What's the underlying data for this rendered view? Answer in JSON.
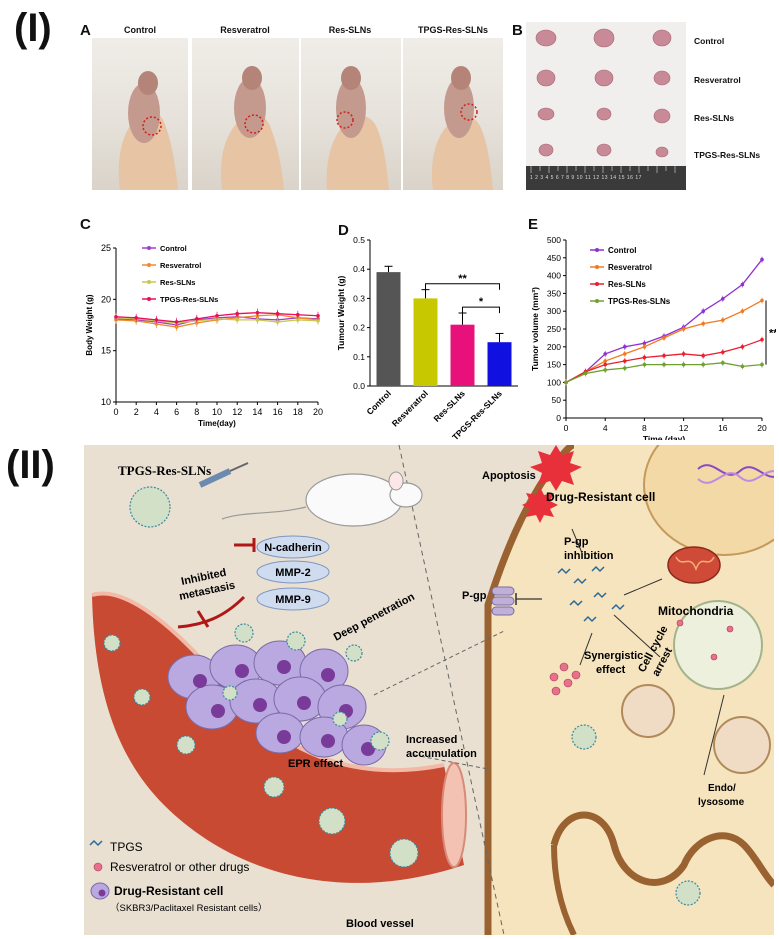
{
  "part_labels": {
    "one": "(I)",
    "two": "(II)"
  },
  "panels": {
    "a": "A",
    "b": "B",
    "c": "C",
    "d": "D",
    "e": "E"
  },
  "panel_a": {
    "groups": [
      "Control",
      "Resveratrol",
      "Res-SLNs",
      "TPGS-Res-SLNs"
    ]
  },
  "panel_b": {
    "groups": [
      "Control",
      "Resveratrol",
      "Res-SLNs",
      "TPGS-Res-SLNs"
    ],
    "ruler_text": "1 2 3 4 5 6 7 8 9 10 11 12 13 14 15 16 17"
  },
  "chart_data": [
    {
      "id": "C",
      "type": "line",
      "ylabel": "Body Weight (g)",
      "xlabel": "Time(day)",
      "x": [
        0,
        2,
        4,
        6,
        8,
        10,
        12,
        14,
        16,
        18,
        20
      ],
      "xlim": [
        0,
        20
      ],
      "ylim": [
        10,
        25
      ],
      "yticks": [
        10,
        15,
        20,
        25
      ],
      "series": [
        {
          "name": "Control",
          "color": "#a040c8",
          "values": [
            18.1,
            18.0,
            17.8,
            17.5,
            18.0,
            18.2,
            18.3,
            18.1,
            18.0,
            18.2,
            18.1
          ]
        },
        {
          "name": "Resveratrol",
          "color": "#f08a2a",
          "values": [
            18.0,
            17.9,
            17.6,
            17.3,
            17.7,
            18.0,
            18.2,
            18.4,
            18.5,
            18.2,
            18.0
          ]
        },
        {
          "name": "Res-SLNs",
          "color": "#c8c850",
          "values": [
            18.2,
            18.1,
            17.9,
            17.7,
            17.9,
            18.1,
            18.0,
            18.0,
            17.8,
            18.0,
            17.9
          ]
        },
        {
          "name": "TPGS-Res-SLNs",
          "color": "#e8105a",
          "values": [
            18.3,
            18.2,
            18.0,
            17.8,
            18.1,
            18.4,
            18.6,
            18.7,
            18.6,
            18.5,
            18.4
          ]
        }
      ]
    },
    {
      "id": "D",
      "type": "bar",
      "ylabel": "Tumour Weight (g)",
      "categories": [
        "Control",
        "Resveratrol",
        "Res-SLNs",
        "TPGS-Res-SLNs"
      ],
      "values": [
        0.39,
        0.3,
        0.21,
        0.15
      ],
      "errors": [
        0.02,
        0.03,
        0.04,
        0.03
      ],
      "colors": [
        "#555555",
        "#c8c800",
        "#e8107a",
        "#1010e0"
      ],
      "ylim": [
        0.0,
        0.5
      ],
      "yticks": [
        "0.0",
        "0.1",
        "0.2",
        "0.3",
        "0.4",
        "0.5"
      ],
      "annotations": [
        {
          "text": "**",
          "from": "Resveratrol",
          "to": "TPGS-Res-SLNs"
        },
        {
          "text": "*",
          "from": "Res-SLNs",
          "to": "TPGS-Res-SLNs"
        }
      ]
    },
    {
      "id": "E",
      "type": "line",
      "ylabel": "Tumor volume (mm³)",
      "xlabel": "Time (day)",
      "x": [
        0,
        2,
        4,
        6,
        8,
        10,
        12,
        14,
        16,
        18,
        20
      ],
      "xticks": [
        0,
        4,
        8,
        12,
        16,
        20
      ],
      "xlim": [
        0,
        20
      ],
      "ylim": [
        0,
        500
      ],
      "yticks": [
        0,
        50,
        100,
        150,
        200,
        250,
        300,
        350,
        400,
        450,
        500
      ],
      "series": [
        {
          "name": "Control",
          "color": "#9030d0",
          "values": [
            100,
            130,
            180,
            200,
            210,
            230,
            255,
            300,
            335,
            375,
            445
          ]
        },
        {
          "name": "Resveratrol",
          "color": "#f07a20",
          "values": [
            100,
            130,
            160,
            180,
            200,
            225,
            250,
            265,
            275,
            300,
            330
          ]
        },
        {
          "name": "Res-SLNs",
          "color": "#e82030",
          "values": [
            100,
            130,
            150,
            160,
            170,
            175,
            180,
            175,
            185,
            200,
            220
          ]
        },
        {
          "name": "TPGS-Res-SLNs",
          "color": "#70a030",
          "values": [
            100,
            125,
            135,
            140,
            150,
            150,
            150,
            150,
            155,
            145,
            150
          ]
        }
      ],
      "annotation": "**"
    }
  ],
  "schematic": {
    "labels": {
      "tpgs_res_slns": "TPGS-Res-SLNs",
      "n_cadherin": "N-cadherin",
      "mmp2": "MMP-2",
      "mmp9": "MMP-9",
      "inhibited": "Inhibited",
      "metastasis": "metastasis",
      "deep_penetration": "Deep penetration",
      "increased": "Increased",
      "accumulation": "accumulation",
      "epr": "EPR effect",
      "blood_vessel": "Blood vessel",
      "apoptosis": "Apoptosis",
      "drug_resistant_cell": "Drug-Resistant cell",
      "pgp_inhibition_1": "P-gp",
      "pgp_inhibition_2": "inhibition",
      "pgp": "P-gp",
      "mitochondria": "Mitochondria",
      "synergistic_1": "Synergistic",
      "synergistic_2": "effect",
      "cell_cycle_1": "Cell cycle",
      "cell_cycle_2": "arrest",
      "endo_1": "Endo/",
      "endo_2": "lysosome"
    },
    "legend": {
      "tpgs": "TPGS",
      "drugs": "Resveratrol  or  other drugs",
      "cell": "Drug-Resistant cell",
      "cell_sub": "（SKBR3/Paclitaxel  Resistant  cells）"
    },
    "colors": {
      "background": "#e9e0d2",
      "vessel": "#c84a32",
      "cell": "#b9a9e0",
      "nucleus": "#7a3a9a",
      "inhibit": "#b01818"
    }
  }
}
